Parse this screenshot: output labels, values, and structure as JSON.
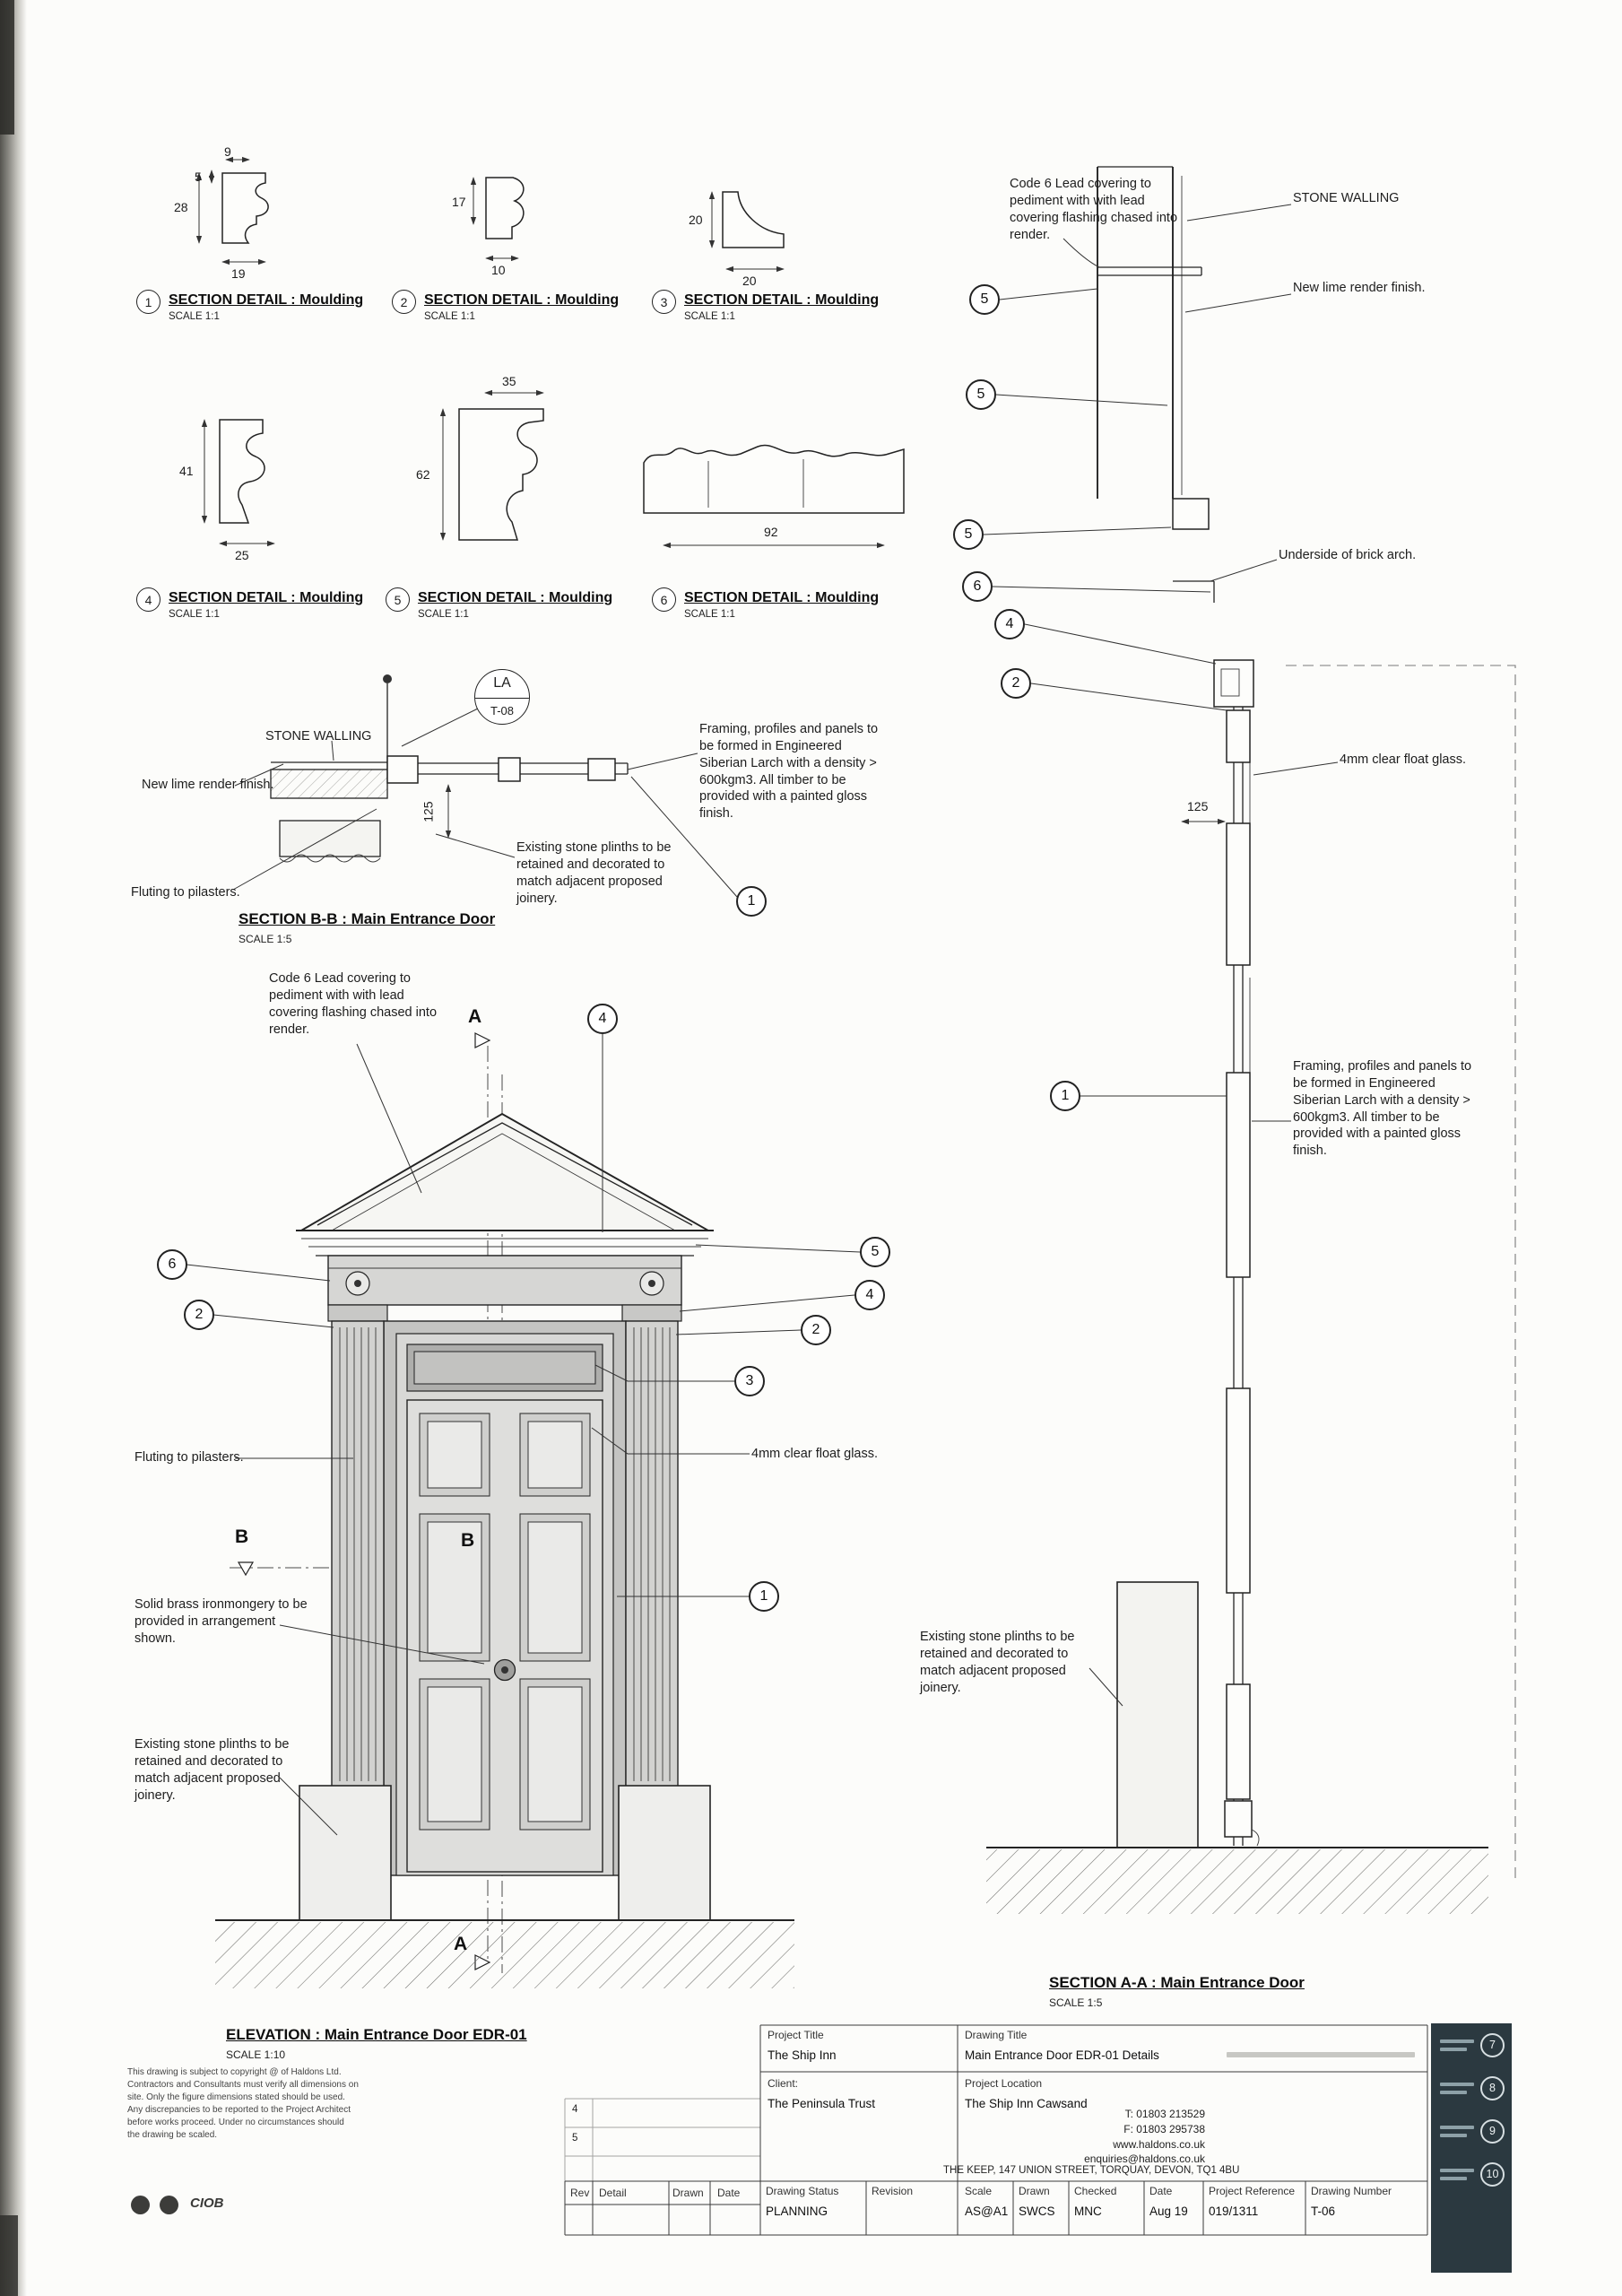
{
  "mouldings": {
    "items": [
      {
        "num": "1",
        "title": "SECTION DETAIL : Moulding",
        "scale": "SCALE 1:1"
      },
      {
        "num": "2",
        "title": "SECTION DETAIL : Moulding",
        "scale": "SCALE 1:1"
      },
      {
        "num": "3",
        "title": "SECTION DETAIL : Moulding",
        "scale": "SCALE 1:1"
      },
      {
        "num": "4",
        "title": "SECTION DETAIL : Moulding",
        "scale": "SCALE 1:1"
      },
      {
        "num": "5",
        "title": "SECTION DETAIL : Moulding",
        "scale": "SCALE 1:1"
      },
      {
        "num": "6",
        "title": "SECTION DETAIL : Moulding",
        "scale": "SCALE 1:1"
      }
    ],
    "dims": {
      "d1_w9": "9",
      "d1_h5": "5",
      "d1_h28": "28",
      "d1_w19": "19",
      "d2_h17": "17",
      "d2_w10": "10",
      "d3_h20": "20",
      "d3_w20": "20",
      "d4_h41": "41",
      "d4_w25": "25",
      "d5_w35": "35",
      "d5_h62": "62",
      "d6_w92": "92"
    }
  },
  "section_bb": {
    "bubble_top": "LA",
    "bubble_bottom": "T-08",
    "stone_walling": "STONE WALLING",
    "lime_render": "New lime render finish.",
    "dim_125": "125",
    "framing_note": "Framing, profiles and panels to be formed in Engineered Siberian Larch with a density > 600kgm3.  All timber to be provided with a painted gloss finish.",
    "plinth_note": "Existing stone plinths to be retained and decorated to match adjacent proposed joinery.",
    "fluting": "Fluting to pilasters.",
    "callout": "1",
    "title": "SECTION B-B : Main Entrance Door",
    "scale": "SCALE 1:5"
  },
  "elevation": {
    "lead_note": "Code 6 Lead covering to pediment with with lead covering flashing chased into render.",
    "marker_a": "A",
    "marker_b": "B",
    "fluting": "Fluting to pilasters.",
    "glass": "4mm clear float glass.",
    "brass_note": "Solid brass ironmongery to be provided in arrangement shown.",
    "plinth_note": "Existing stone plinths to be retained and decorated to match adjacent proposed joinery.",
    "callouts": {
      "top4": "4",
      "left6": "6",
      "right5": "5",
      "right4": "4",
      "left2": "2",
      "right2": "2",
      "right3": "3",
      "right1": "1"
    },
    "title": "ELEVATION : Main Entrance Door EDR-01",
    "scale": "SCALE 1:10"
  },
  "section_aa": {
    "lead_note": "Code 6 Lead covering to pediment with with lead covering flashing chased into render.",
    "stone_walling": "STONE WALLING",
    "lime_render": "New lime render finish.",
    "brick_arch": "Underside of brick arch.",
    "glass": "4mm clear float glass.",
    "dim_125": "125",
    "framing_note": "Framing, profiles and panels to be formed in Engineered Siberian Larch with a density > 600kgm3.  All timber to be provided with a painted gloss finish.",
    "plinth_note": "Existing stone plinths to be retained and decorated to match adjacent proposed joinery.",
    "callouts": {
      "c5a": "5",
      "c5b": "5",
      "c5c": "5",
      "c6": "6",
      "c4": "4",
      "c2": "2",
      "c1": "1"
    },
    "title": "SECTION A-A : Main Entrance Door",
    "scale": "SCALE 1:5"
  },
  "title_block": {
    "project_title_label": "Project Title",
    "project_title": "The Ship Inn",
    "client_label": "Client:",
    "client": "The Peninsula Trust",
    "drawing_title_label": "Drawing Title",
    "drawing_title": "Main Entrance Door EDR-01 Details",
    "location_label": "Project Location",
    "location": "The Ship Inn Cawsand",
    "phone": "T: 01803 213529",
    "fax": "F: 01803 295738",
    "web": "www.haldons.co.uk",
    "email": "enquiries@haldons.co.uk",
    "address": "THE KEEP, 147 UNION STREET, TORQUAY, DEVON, TQ1 4BU",
    "rev_label": "Rev",
    "detail_label": "Detail",
    "drawn_label": "Drawn",
    "date_label": "Date",
    "status_label": "Drawing Status",
    "status": "PLANNING",
    "revision_label": "Revision",
    "scale_label": "Scale",
    "scale": "AS@A1",
    "drawnby_label": "Drawn",
    "drawnby": "SWCS",
    "checked_label": "Checked",
    "checked": "MNC",
    "date2_label": "Date",
    "date": "Aug 19",
    "projref_label": "Project Reference",
    "projref": "019/1311",
    "dwgno_label": "Drawing Number",
    "dwgno": "T-06",
    "copyright": "This drawing is subject to copyright @ of Haldons Ltd. Contractors and Consultants must verify all dimensions on site. Only the figure dimensions stated should be used. Any discrepancies to be reported to the Project Architect before works proceed. Under no circumstances should the drawing be scaled.",
    "ciob": "CIOB",
    "rev4": "4",
    "rev5": "5"
  },
  "side_panel": {
    "n1": "7",
    "n2": "8",
    "n3": "9",
    "n4": "10"
  }
}
